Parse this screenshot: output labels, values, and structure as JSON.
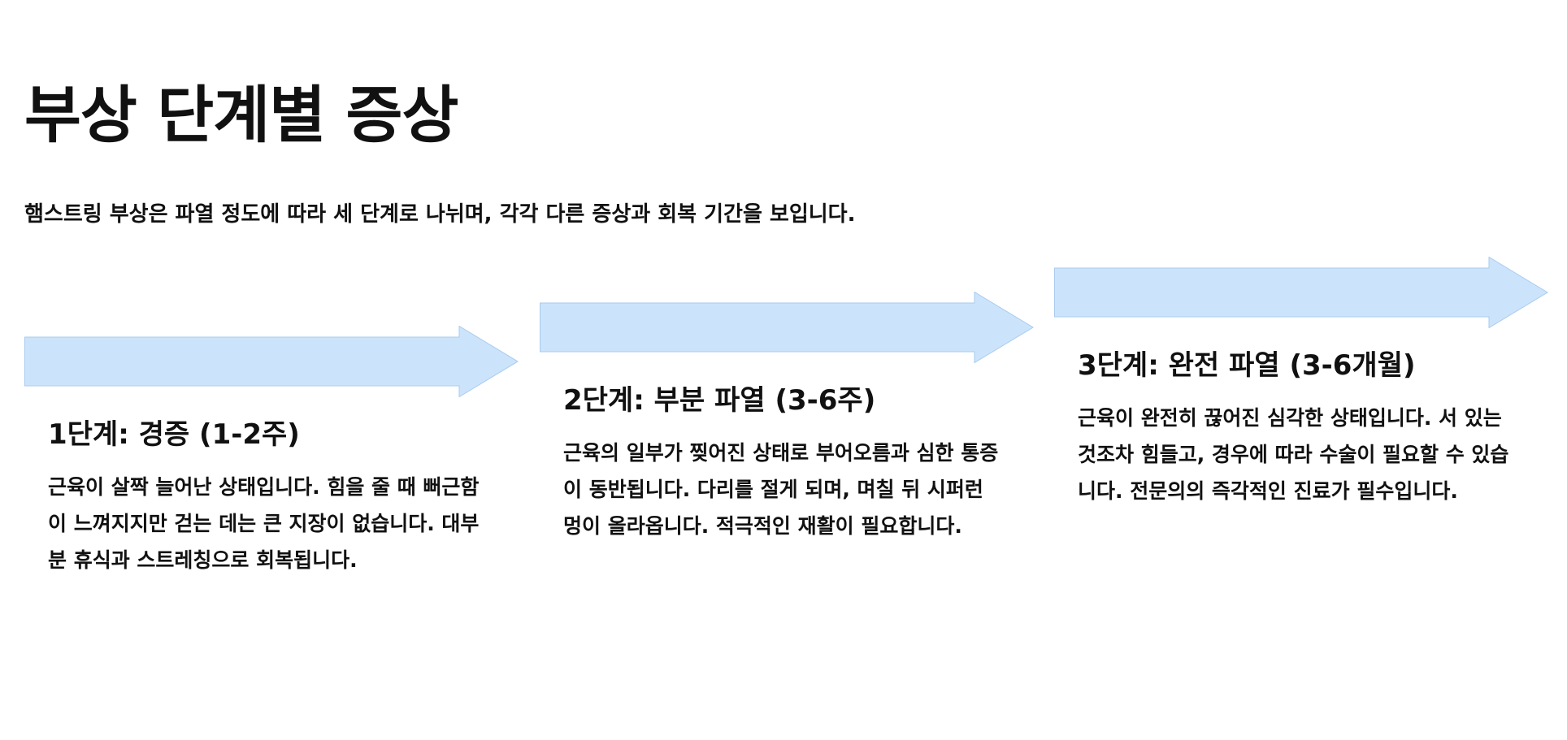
{
  "header": {
    "title": "부상 단계별 증상",
    "subtitle": "햄스트링 부상은 파열 정도에 따라 세 단계로 나뉘며, 각각 다른 증상과 회복 기간을 보입니다."
  },
  "stages": [
    {
      "title": "1단계: 경증 (1-2주)",
      "description": "근육이 살짝 늘어난 상태입니다. 힘을 줄 때 뻐근함이 느껴지지만 걷는 데는 큰 지장이 없습니다. 대부분 휴식과 스트레칭으로 회복됩니다."
    },
    {
      "title": "2단계: 부분 파열 (3-6주)",
      "description": "근육의 일부가 찢어진 상태로 부어오름과 심한 통증이 동반됩니다. 다리를 절게 되며, 며칠 뒤 시퍼런 멍이 올라옵니다. 적극적인 재활이 필요합니다."
    },
    {
      "title": "3단계: 완전 파열 (3-6개월)",
      "description": "근육이 완전히 끊어진 심각한 상태입니다. 서 있는 것조차 힘들고, 경우에 따라 수술이 필요할 수 있습니다. 전문의의 즉각적인 진료가 필수입니다."
    }
  ],
  "colors": {
    "arrow_fill": "#cce4fb",
    "arrow_stroke": "#a9cbee",
    "text": "#111111",
    "background": "#ffffff"
  }
}
